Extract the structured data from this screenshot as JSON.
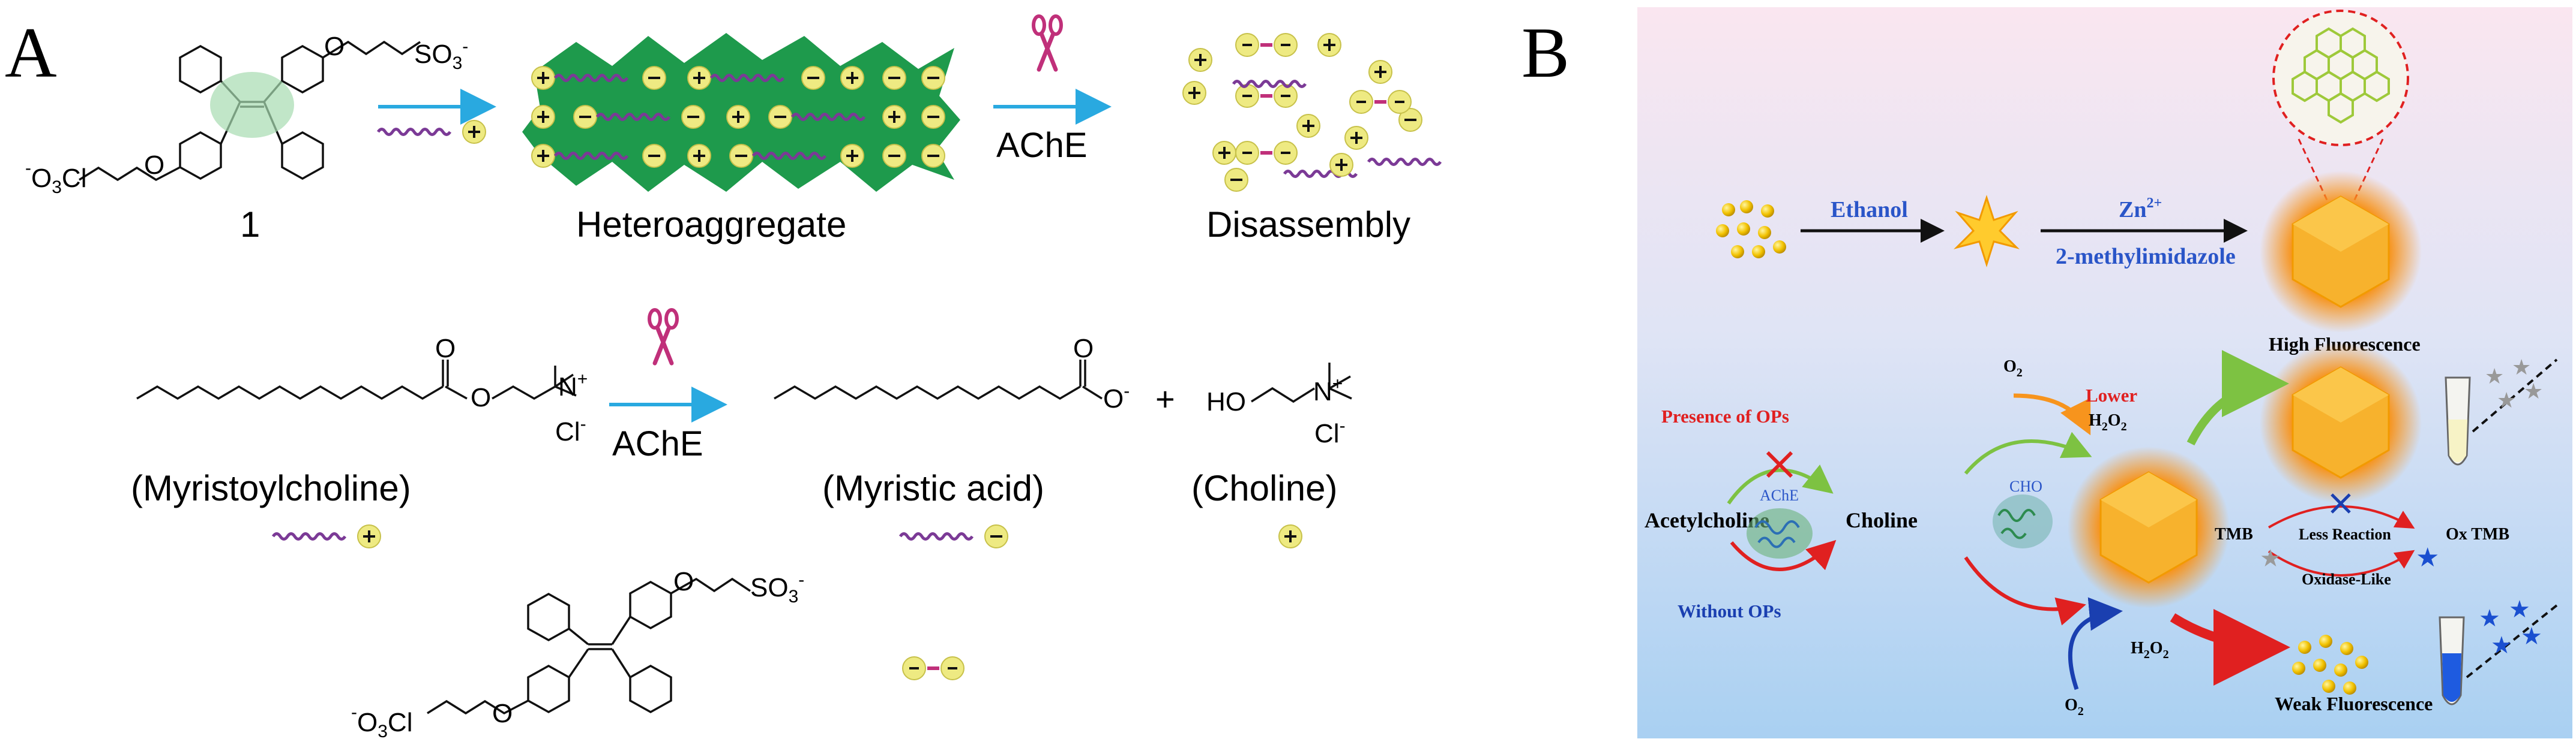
{
  "panel_a": {
    "letter": "A",
    "compound_label": "1",
    "heteroaggregate_label": "Heteroaggregate",
    "disassembly_label": "Disassembly",
    "enzyme_label_top": "AChE",
    "enzyme_label_bottom": "AChE",
    "myristoylcholine_label": "(Myristoylcholine)",
    "myristic_acid_label": "(Myristic acid)",
    "choline_label": "(Choline)",
    "plus_sign": "+",
    "minus_sign": "−",
    "sulfonate": "SO",
    "sulfonate_sub": "3",
    "sulfonate_charge": "-",
    "sulfonate_prefix_charge": "-",
    "chloride": "Cl",
    "chloride_charge": "-",
    "nitrogen": "N",
    "nitrogen_charge": "+",
    "oxygen": "O",
    "ho": "HO",
    "carboxylate": "O",
    "carboxylate_charge": "-"
  },
  "panel_b": {
    "letter": "B",
    "ethanol": "Ethanol",
    "zn": "Zn",
    "zn_charge": "2+",
    "methylimidazole": "2-methylimidazole",
    "high_fluorescence": "High Fluorescence",
    "weak_fluorescence": "Weak Fluorescence",
    "presence_ops": "Presence of OPs",
    "without_ops": "Without OPs",
    "ache": "AChE",
    "acetylcholine": "Acetylcholine",
    "choline": "Choline",
    "cho": "CHO",
    "o2_top": "O",
    "o2_top_sub": "2",
    "o2_bottom": "O",
    "o2_bottom_sub": "2",
    "lower": "Lower",
    "h2o2_top": "H",
    "h2o2_top_mid": "2",
    "h2o2_top_o": "O",
    "h2o2_top_sub": "2",
    "h2o2_bottom": "H",
    "h2o2_bottom_mid": "2",
    "h2o2_bottom_o": "O",
    "h2o2_bottom_sub": "2",
    "tmb": "TMB",
    "ox_tmb": "Ox TMB",
    "less_reaction": "Less Reaction",
    "oxidase_like": "Oxidase-Like"
  },
  "colors": {
    "arrow_blue": "#29a9e0",
    "scissors": "#c0307a",
    "chain_purple": "#7b3a96",
    "bead_yellow": "#eeea82",
    "aggregate_green": "#1e9a4c",
    "panel_b_top": "#f8e4ef",
    "panel_b_bottom": "#a9d0f0",
    "text_blue": "#2a55c8",
    "text_red": "#e02020",
    "mof_orange": "#f7941d"
  }
}
